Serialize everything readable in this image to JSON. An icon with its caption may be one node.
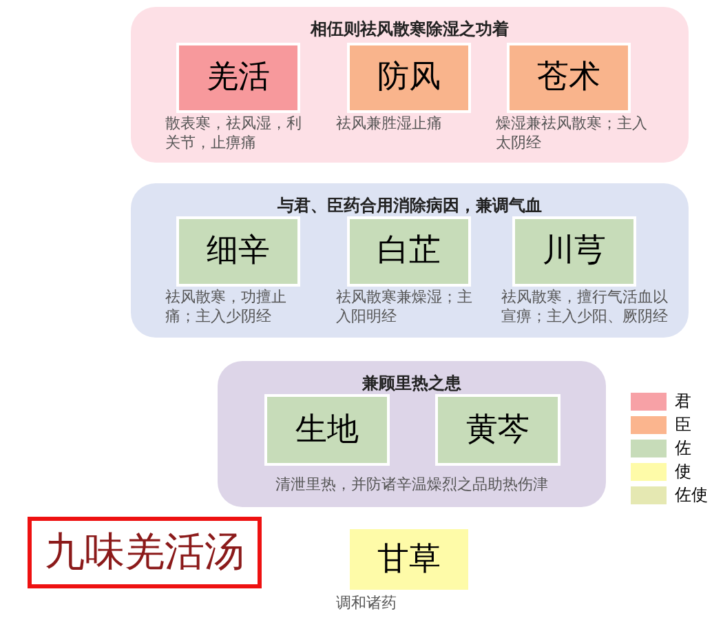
{
  "diagram": {
    "title": "九味羌活汤",
    "nodes": [
      {
        "text": [
          "相伍则祛风散寒除湿之功着"
        ]
      },
      {
        "text": [
          "羌活"
        ],
        "in": 0,
        "beside": [
          "散表寒，祛风湿，利关节，止痹痛"
        ]
      },
      {
        "text": [
          "防风"
        ],
        "in": 0,
        "beside": [
          "祛风兼胜湿止痛"
        ]
      },
      {
        "text": [
          "苍术"
        ],
        "in": 0,
        "beside": [
          "燥湿兼祛风散寒；主入太阴经"
        ]
      },
      {
        "text": [
          "与君、臣药合用消除病因，兼调气血"
        ]
      },
      {
        "text": [
          "细辛"
        ],
        "in": 4,
        "beside": [
          "祛风散寒，功擅止痛；主入少阴经"
        ]
      },
      {
        "text": [
          "白芷"
        ],
        "in": 4,
        "beside": [
          "祛风散寒兼燥湿；主入阳明经"
        ]
      },
      {
        "text": [
          "川芎"
        ],
        "in": 4,
        "beside": [
          "祛风散寒，擅行气活血以宣痹；主入少阳、厥阴经"
        ]
      },
      {
        "text": [
          "兼顾里热之患",
          "清泄里热，并防诸辛温燥烈之品助热伤津"
        ]
      },
      {
        "text": [
          "生地"
        ],
        "in": 8
      },
      {
        "text": [
          "黄芩"
        ],
        "in": 8
      },
      {
        "text": [
          "甘草"
        ],
        "beside": [
          "调和诸药"
        ]
      }
    ],
    "legend": [
      {
        "text": "君",
        "color": "#f7a1a6"
      },
      {
        "text": "臣",
        "color": "#fbb58e"
      },
      {
        "text": "佐",
        "color": "#c7dcb9"
      },
      {
        "text": "使",
        "color": "#fefba8"
      },
      {
        "text": "佐使",
        "color": "#e5e8b2"
      }
    ]
  }
}
